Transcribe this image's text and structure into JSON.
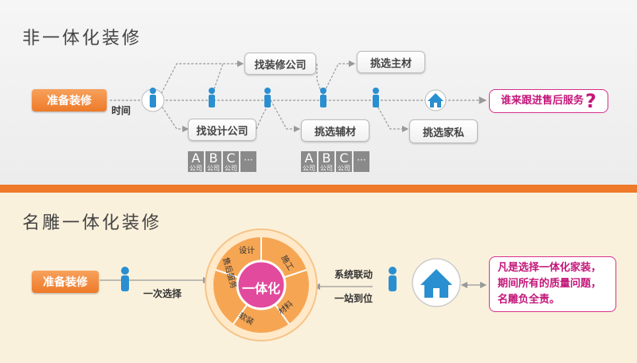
{
  "top": {
    "title": "非一体化装修",
    "start_label": "准备装修",
    "time_label": "时间",
    "steps": {
      "find_company": "找装修公司",
      "choose_main": "挑选主材",
      "find_design": "找设计公司",
      "choose_aux": "挑选辅材",
      "choose_furniture": "挑选家私"
    },
    "abc_group": {
      "letters": [
        "A",
        "B",
        "C"
      ],
      "sub": "公司",
      "more": "···"
    },
    "result": "谁来跟进售后服务",
    "question": "?"
  },
  "bottom": {
    "title": "名雕一体化装修",
    "start_label": "准备装修",
    "one_choice": "一次选择",
    "wheel": {
      "center": "一体化",
      "segments": [
        "设计",
        "施工",
        "材料",
        "软装",
        "售后服务"
      ]
    },
    "sync_top": "系统联动",
    "sync_bottom": "一站到位",
    "result_lines": [
      "凡是选择一体化家装，",
      "期间所有的质量问题，",
      "名雕负全责。"
    ]
  },
  "colors": {
    "accent_orange": "#ee7a2a",
    "pink": "#d8308c",
    "icon_blue": "#2a8fd0"
  }
}
